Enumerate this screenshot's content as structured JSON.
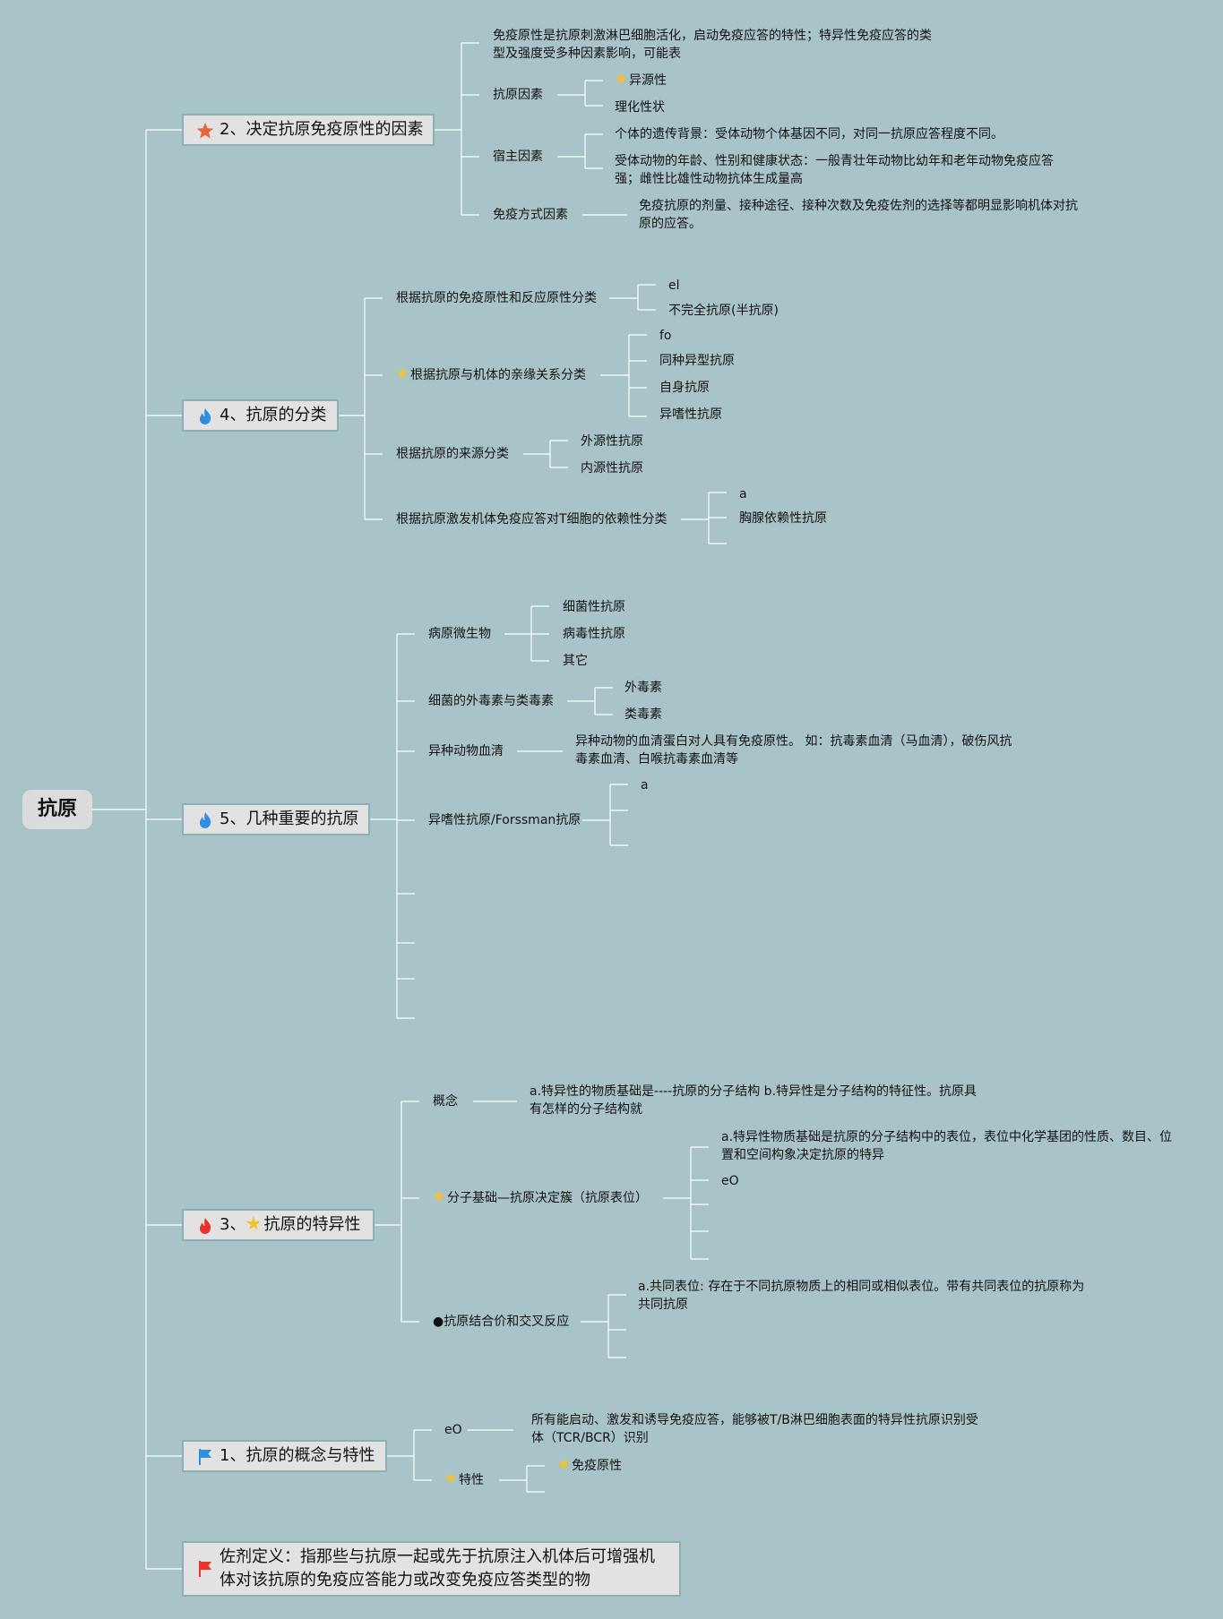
{
  "root": "抗原",
  "colors": {
    "background": "#a8c4c8",
    "line": "#ffffff",
    "topic_fill": "#e2e2e2",
    "star": "#f2c12e"
  },
  "b2": {
    "title": "2、决定抗原免疫原性的因素",
    "icon": "orange-star-icon",
    "intro": "免疫原性是抗原刺激淋巴细胞活化，启动免疫应答的特性；特异性免疫应答的类型及强度受多种因素影响，可能表",
    "antigen_factor": "抗原因素",
    "foreignness": "异源性",
    "physchem": "理化性状",
    "host_factor": "宿主因素",
    "host_genetic": "个体的遗传背景：受体动物个体基因不同，对同一抗原应答程度不同。",
    "host_age": "受体动物的年龄、性别和健康状态：一般青壮年动物比幼年和老年动物免疫应答强；雌性比雄性动物抗体生成量高",
    "immunization_factor": "免疫方式因素",
    "immunization_desc": "免疫抗原的剂量、接种途径、接种次数及免疫佐剂的选择等都明显影响机体对抗原的应答。"
  },
  "b4": {
    "title": "4、抗原的分类",
    "icon": "blue-flame-icon",
    "by_reactivity": "根据抗原的免疫原性和反应原性分类",
    "el": "el",
    "hapten": "不完全抗原(半抗原)",
    "by_relation": "根据抗原与机体的亲缘关系分类",
    "fo": "fo",
    "alloantigen": "同种异型抗原",
    "autoantigen": "自身抗原",
    "heterophil": "异嗜性抗原",
    "by_source": "根据抗原的来源分类",
    "exogenous": "外源性抗原",
    "endogenous": "内源性抗原",
    "by_t_cell": "根据抗原激发机体免疫应答对T细胞的依赖性分类",
    "a": "a",
    "td": "胸腺依赖性抗原"
  },
  "b5": {
    "title": "5、几种重要的抗原",
    "icon": "blue-flame-icon",
    "microbes": "病原微生物",
    "bacterial": "细菌性抗原",
    "viral": "病毒性抗原",
    "other": "其它",
    "toxins": "细菌的外毒素与类毒素",
    "exotoxin": "外毒素",
    "toxoid": "类毒素",
    "serum": "异种动物血清",
    "serum_desc": "异种动物的血清蛋白对人具有免疫原性。 如：抗毒素血清（马血清），破伤风抗毒素血清、白喉抗毒素血清等",
    "forssman": "异嗜性抗原/Forssman抗原",
    "a": "a"
  },
  "b3": {
    "title_prefix": "3、",
    "title": "抗原的特异性",
    "icon": "red-flame-icon",
    "concept": "概念",
    "concept_desc": "a.特异性的物质基础是----抗原的分子结构 b.特异性是分子结构的特征性。抗原具有怎样的分子结构就",
    "molecular": "分子基础—抗原决定簇（抗原表位）",
    "molecular_desc": "a.特异性物质基础是抗原的分子结构中的表位，表位中化学基团的性质、数目、位置和空间构象决定抗原的特异",
    "eo": "eO",
    "binding": "●抗原结合价和交叉反应",
    "binding_desc": "a.共同表位: 存在于不同抗原物质上的相同或相似表位。带有共同表位的抗原称为共同抗原"
  },
  "b1": {
    "title": "1、抗原的概念与特性",
    "icon": "blue-flag-icon",
    "eo": "eO",
    "eo_desc": "所有能启动、激发和诱导免疫应答，能够被T/B淋巴细胞表面的特异性抗原识别受体（TCR/BCR）识别",
    "properties": "特性",
    "immunogenicity": "免疫原性"
  },
  "adjuvant": {
    "text": "佐剂定义：指那些与抗原一起或先于抗原注入机体后可增强机体对该抗原的免疫应答能力或改变免疫应答类型的物",
    "icon": "red-flag-icon"
  }
}
